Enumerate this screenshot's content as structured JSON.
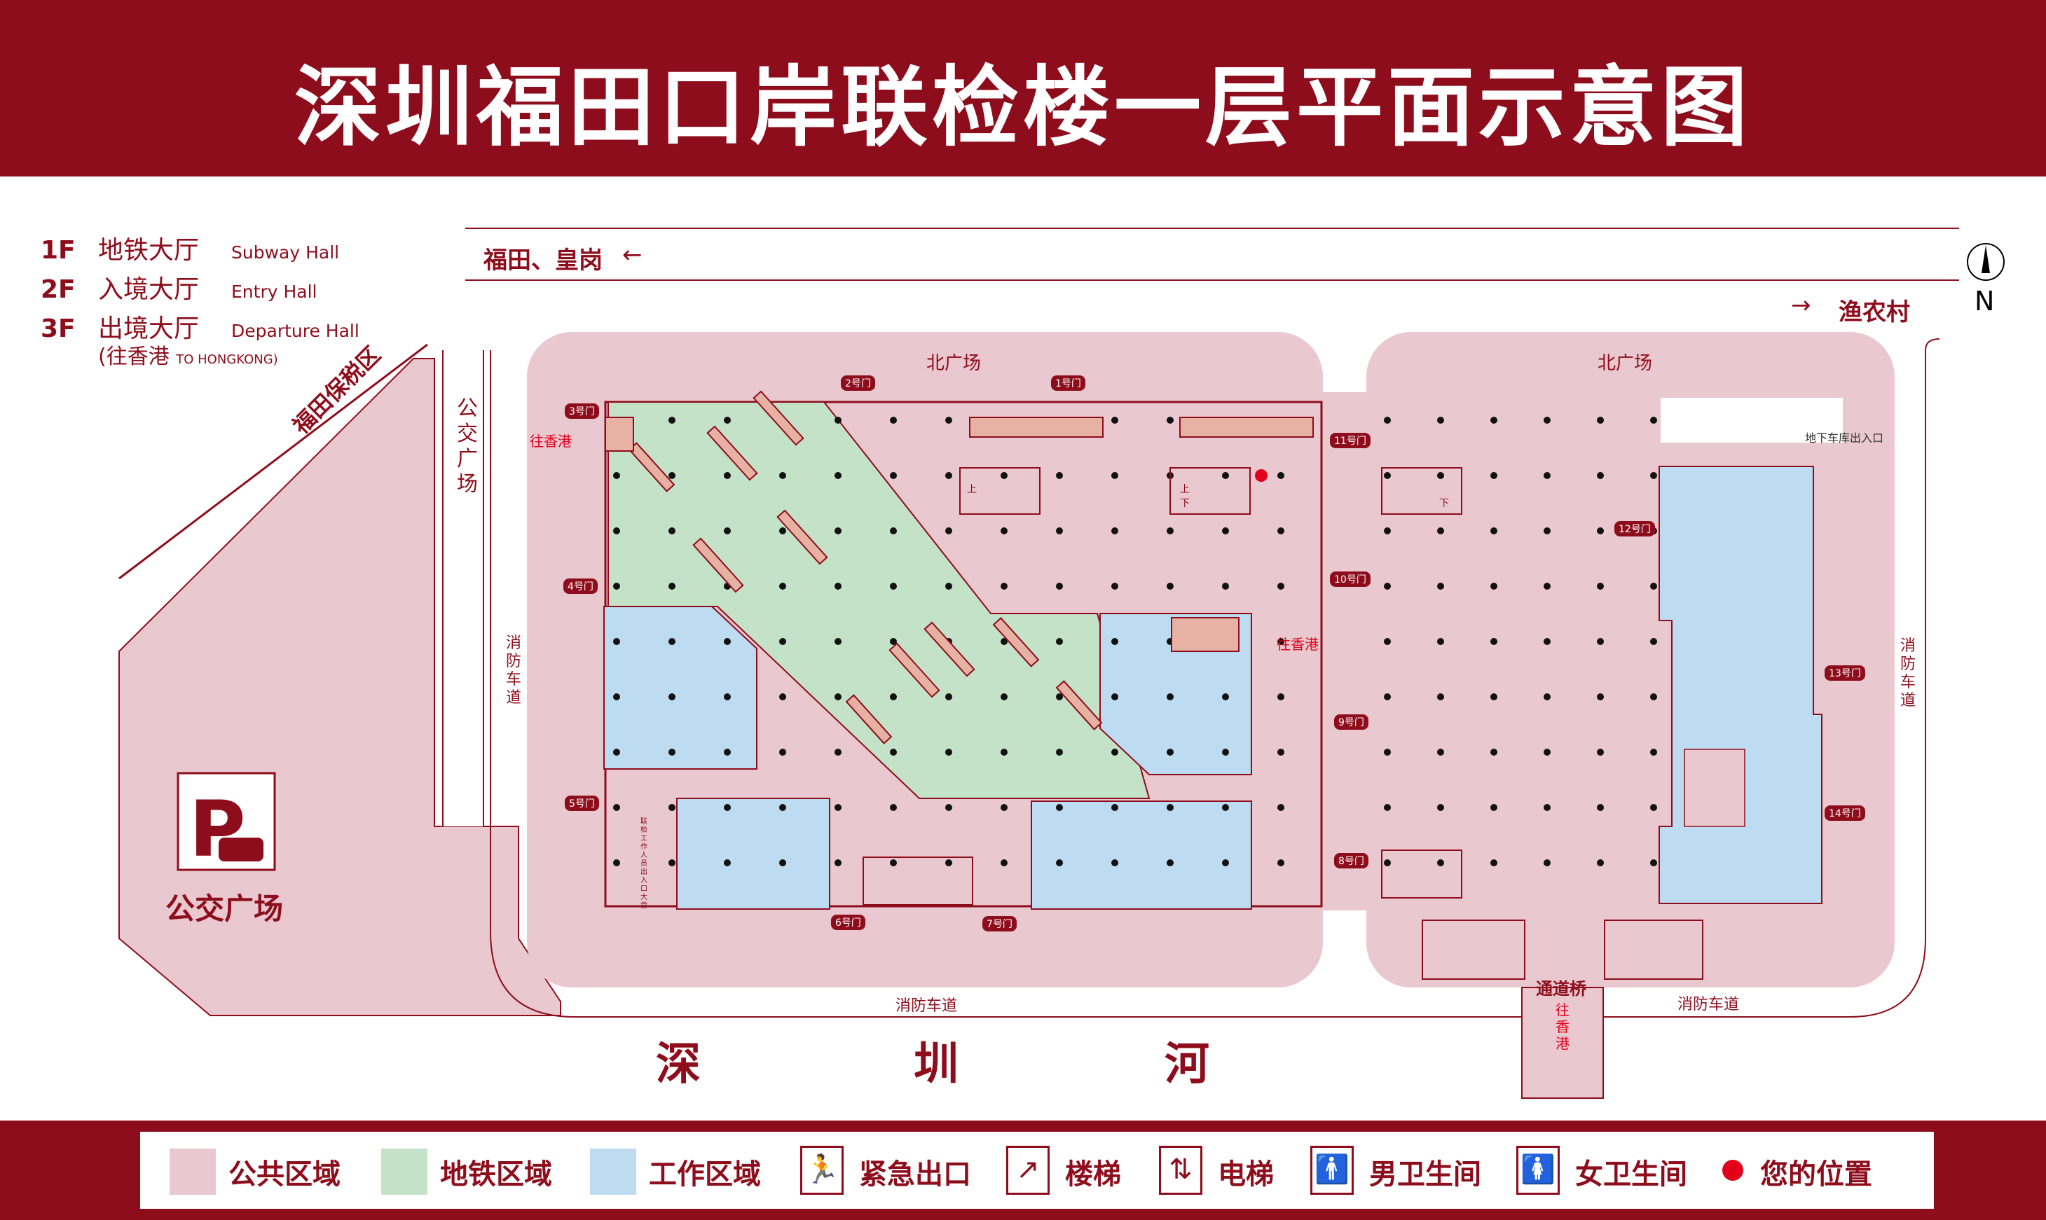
{
  "title": "深圳福田口岸联检楼一层平面示意图",
  "floors": [
    {
      "level": "1F",
      "name_cn": "地铁大厅",
      "name_en": "Subway Hall"
    },
    {
      "level": "2F",
      "name_cn": "入境大厅",
      "name_en": "Entry Hall"
    },
    {
      "level": "3F",
      "name_cn": "出境大厅",
      "name_en": "Departure Hall"
    }
  ],
  "departure_note": {
    "cn": "(往香港",
    "en": "TO HONGKONG)"
  },
  "map": {
    "road_top_left": "福田、皇岗",
    "road_top_right": "渔农村",
    "compass_letter": "N",
    "futian_bonded": "福田保税区",
    "bus_plaza_road": "公交广场",
    "bus_plaza": "公交广场",
    "fire_lane": "消防车道",
    "north_plaza": "北广场",
    "river": [
      "深",
      "圳",
      "河"
    ],
    "bridge": "通道桥",
    "to_hk": "往香港",
    "parking_entry": "地下车库出入口",
    "staff_entrance": "联检工作人员出入口大堂",
    "gates": [
      "1号门",
      "2号门",
      "3号门",
      "4号门",
      "5号门",
      "6号门",
      "7号门",
      "8号门",
      "9号门",
      "10号门",
      "11号门",
      "12号门",
      "13号门",
      "14号门"
    ],
    "up": "上",
    "down": "下"
  },
  "legend": [
    {
      "label": "公共区域",
      "color": "#eac8cf"
    },
    {
      "label": "地铁区域",
      "color": "#c3e2c8"
    },
    {
      "label": "工作区域",
      "color": "#bddcf1"
    },
    {
      "label": "紧急出口",
      "icon": "emergency-exit-icon"
    },
    {
      "label": "楼梯",
      "icon": "stairs-icon"
    },
    {
      "label": "电梯",
      "icon": "elevator-icon"
    },
    {
      "label": "男卫生间",
      "icon": "male-toilet-icon"
    },
    {
      "label": "女卫生间",
      "icon": "female-toilet-icon"
    },
    {
      "label": "您的位置",
      "color": "#e3001b"
    }
  ],
  "colors": {
    "brand": "#8e0d1c",
    "public": "#eac8cf",
    "subway": "#c3e2c8",
    "work": "#bddcf1",
    "you_are_here": "#e3001b"
  }
}
